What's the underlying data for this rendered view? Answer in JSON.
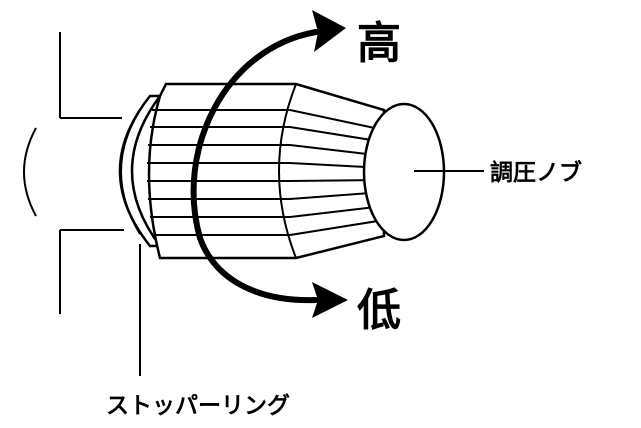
{
  "labels": {
    "high": "高",
    "low": "低",
    "knob": "調圧ノブ",
    "stopper_ring": "ストッパーリング"
  },
  "icons": {
    "rotate_up": "curved-arrow-clockwise-up-icon",
    "rotate_down": "curved-arrow-down-icon"
  },
  "colors": {
    "line": "#000000",
    "background": "#ffffff"
  }
}
